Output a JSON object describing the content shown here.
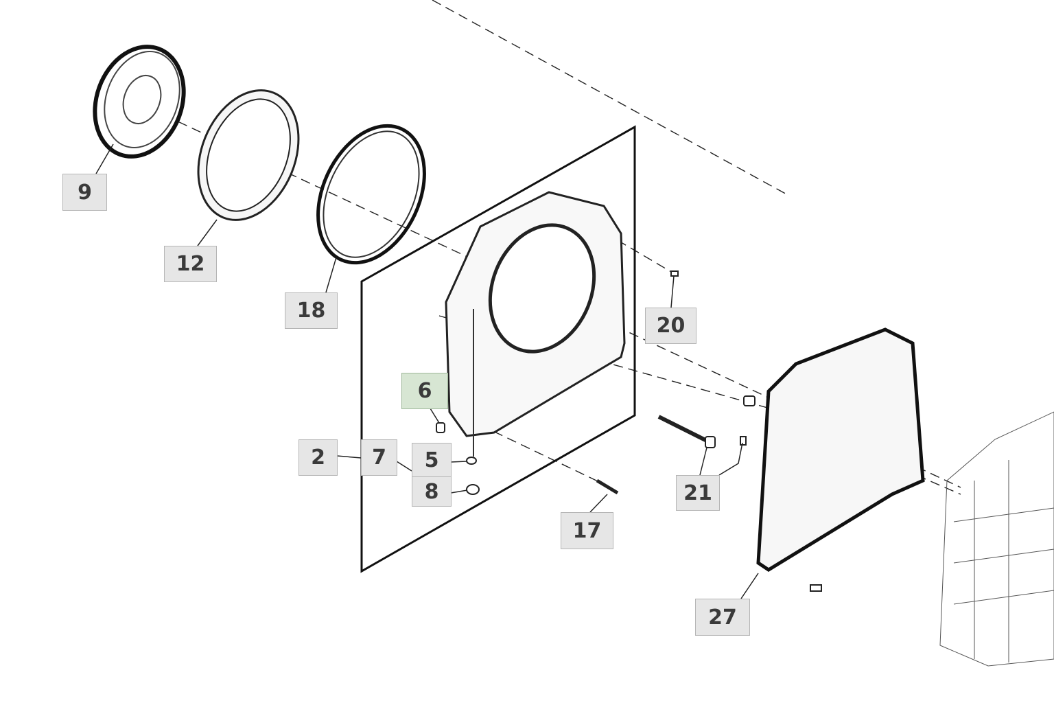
{
  "diagram": {
    "callouts": [
      {
        "id": "9",
        "label": "9"
      },
      {
        "id": "12",
        "label": "12"
      },
      {
        "id": "18",
        "label": "18"
      },
      {
        "id": "20",
        "label": "20"
      },
      {
        "id": "6",
        "label": "6",
        "highlighted": true
      },
      {
        "id": "2",
        "label": "2"
      },
      {
        "id": "7",
        "label": "7"
      },
      {
        "id": "5",
        "label": "5"
      },
      {
        "id": "8",
        "label": "8"
      },
      {
        "id": "21",
        "label": "21"
      },
      {
        "id": "17",
        "label": "17"
      },
      {
        "id": "27",
        "label": "27"
      }
    ],
    "colors": {
      "callout_bg": "#e6e6e6",
      "callout_highlight": "#d7e6d3",
      "text": "#3a3a3a"
    }
  }
}
